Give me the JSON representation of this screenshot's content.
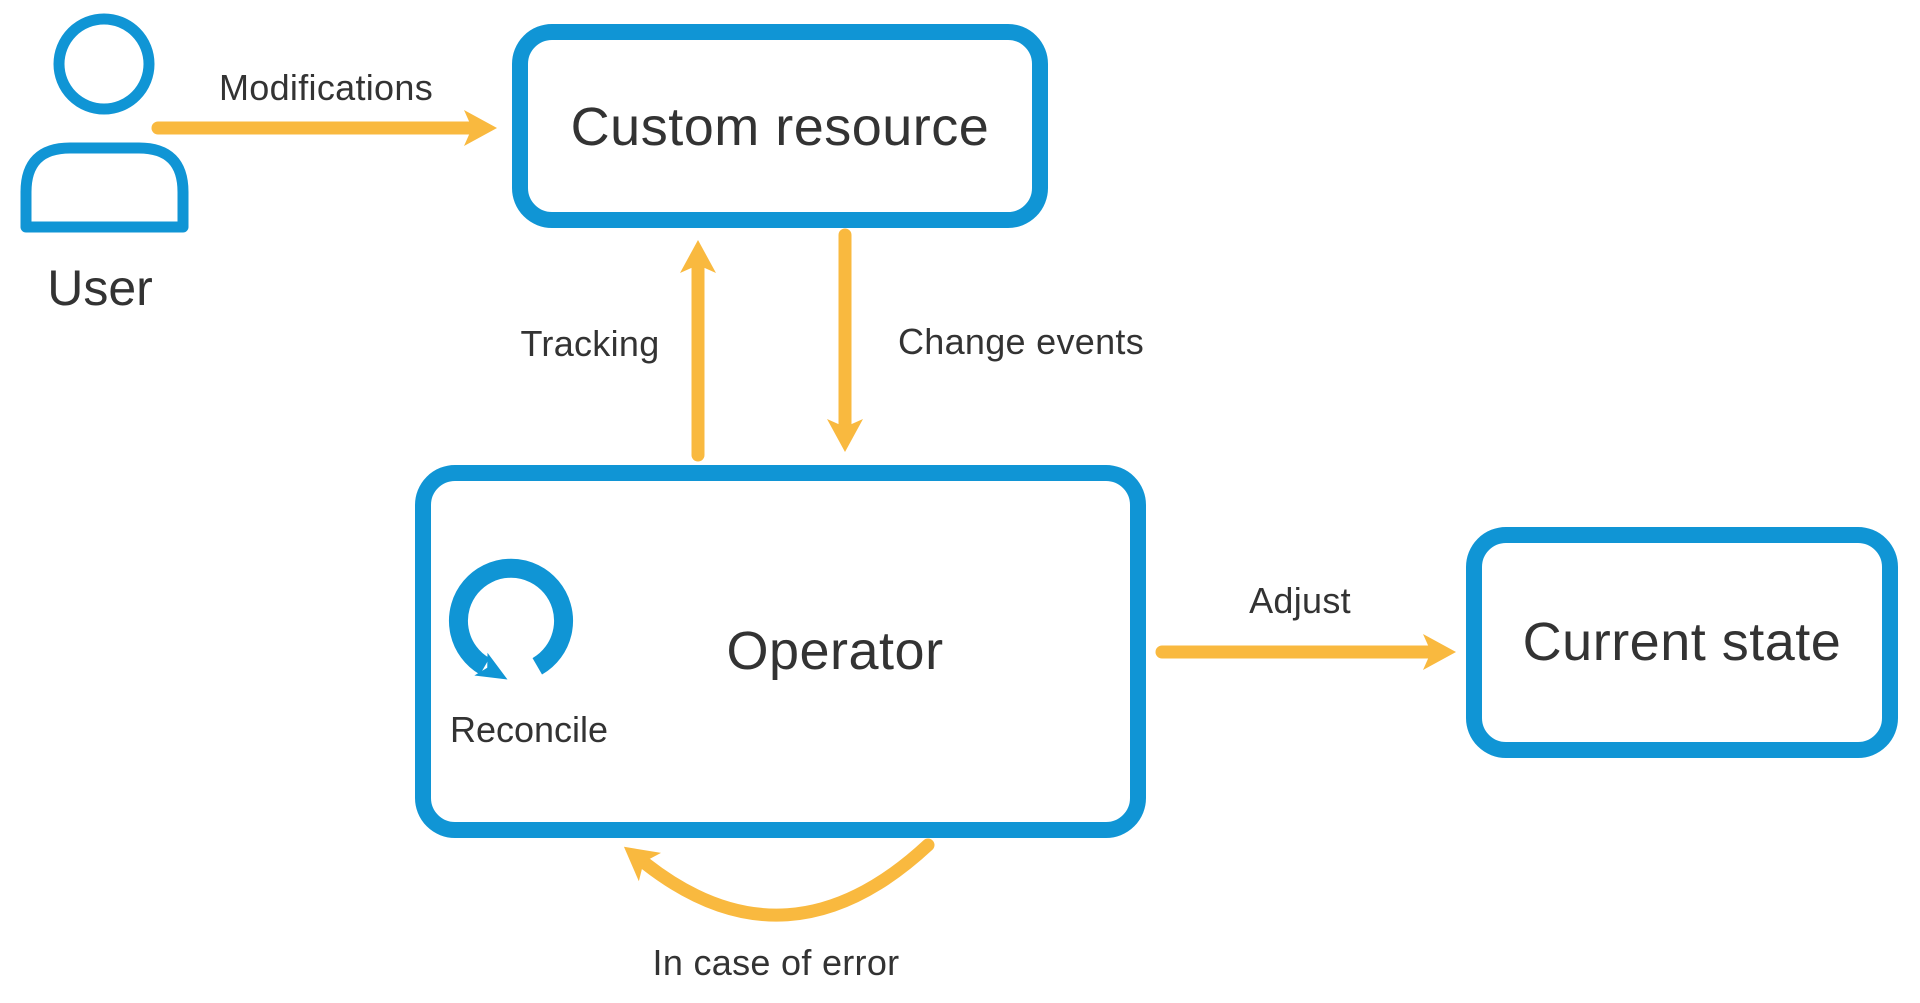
{
  "colors": {
    "blue": "#1095d5",
    "orange": "#f9b93f",
    "text": "#333333",
    "background": "#ffffff"
  },
  "nodes": {
    "user": {
      "label": "User",
      "icon": "user-person-icon"
    },
    "custom_resource": {
      "label": "Custom resource"
    },
    "operator": {
      "label": "Operator",
      "icon": "reconcile-loop-arrow-icon",
      "icon_label": "Reconcile"
    },
    "current_state": {
      "label": "Current state"
    }
  },
  "edges": {
    "modifications": {
      "label": "Modifications",
      "from": "user",
      "to": "custom_resource",
      "direction": "right"
    },
    "tracking": {
      "label": "Tracking",
      "from": "operator",
      "to": "custom_resource",
      "direction": "up"
    },
    "change_events": {
      "label": "Change events",
      "from": "custom_resource",
      "to": "operator",
      "direction": "down"
    },
    "adjust": {
      "label": "Adjust",
      "from": "operator",
      "to": "current_state",
      "direction": "right"
    },
    "error_loop": {
      "label": "In case of error",
      "from": "operator",
      "to": "operator",
      "direction": "loop-back"
    }
  }
}
